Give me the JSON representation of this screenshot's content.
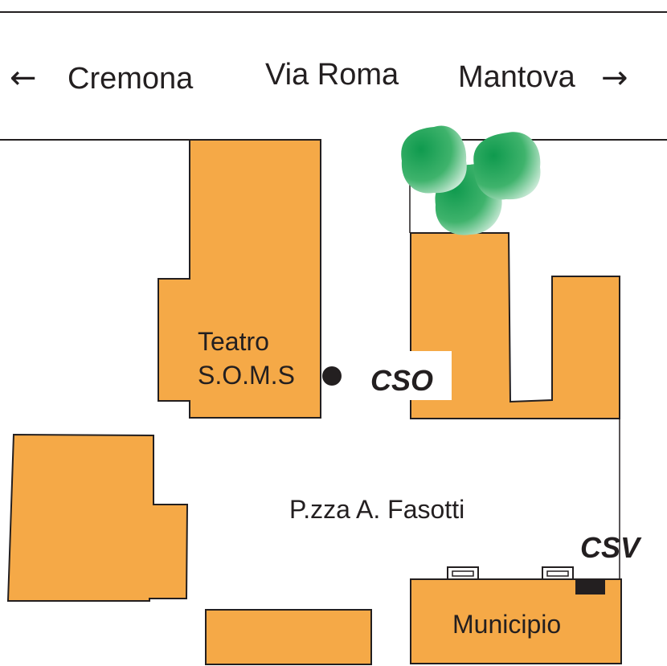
{
  "map": {
    "street_main": "Via Roma",
    "direction_left": "Cremona",
    "direction_right": "Mantova",
    "arrow_left": "←",
    "arrow_right": "→",
    "square": "P.zza A. Fasotti",
    "theatre": {
      "line1": "Teatro",
      "line2": "S.O.M.S"
    },
    "town_hall": "Municipio",
    "point_cso": "CSO",
    "point_csv": "CSV"
  },
  "colors": {
    "building": "#f5a947",
    "building_stroke": "#231f20",
    "road_line": "#231f20",
    "tree_dark": "#0f9a4e",
    "tree_light": "#ffffff",
    "marker": "#231f20"
  }
}
